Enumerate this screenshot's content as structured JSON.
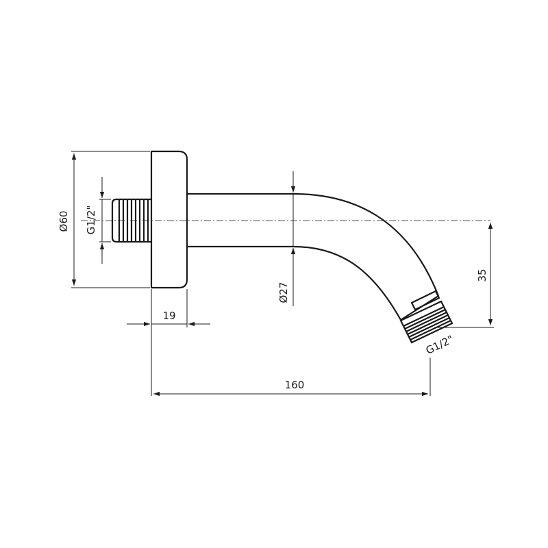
{
  "dimensions": {
    "flange_diameter": "Ø60",
    "inlet_thread": "G1/2\"",
    "flange_thickness": "19",
    "arm_diameter": "Ø27",
    "drop_height": "35",
    "outlet_thread": "G1/2\"",
    "total_length": "160"
  }
}
